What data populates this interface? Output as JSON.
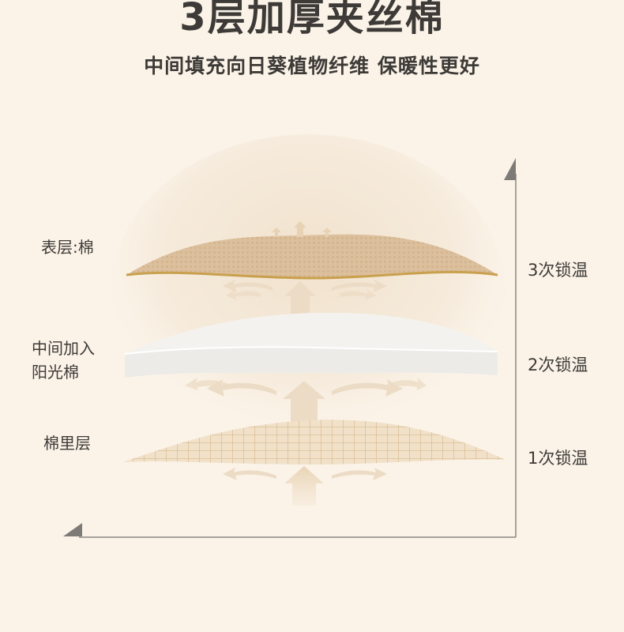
{
  "title": "3层加厚夹丝棉",
  "subtitle": "中间填充向日葵植物纤维  保暖性更好",
  "layers": [
    {
      "label": "表层:棉"
    },
    {
      "label_line1": "中间加入",
      "label_line2": "阳光棉"
    },
    {
      "label": "棉里层"
    }
  ],
  "locks": [
    "3次锁温",
    "2次锁温",
    "1次锁温"
  ],
  "colors": {
    "background": "#fbf3e8",
    "top_layer": "#dcc09d",
    "top_edge": "#c9a04e",
    "middle_layer": "#f5f3ef",
    "grid_layer": "#e9d3b3",
    "arrow": "#ecd9c0",
    "axis": "#8a8784",
    "text": "#3d3a37"
  }
}
